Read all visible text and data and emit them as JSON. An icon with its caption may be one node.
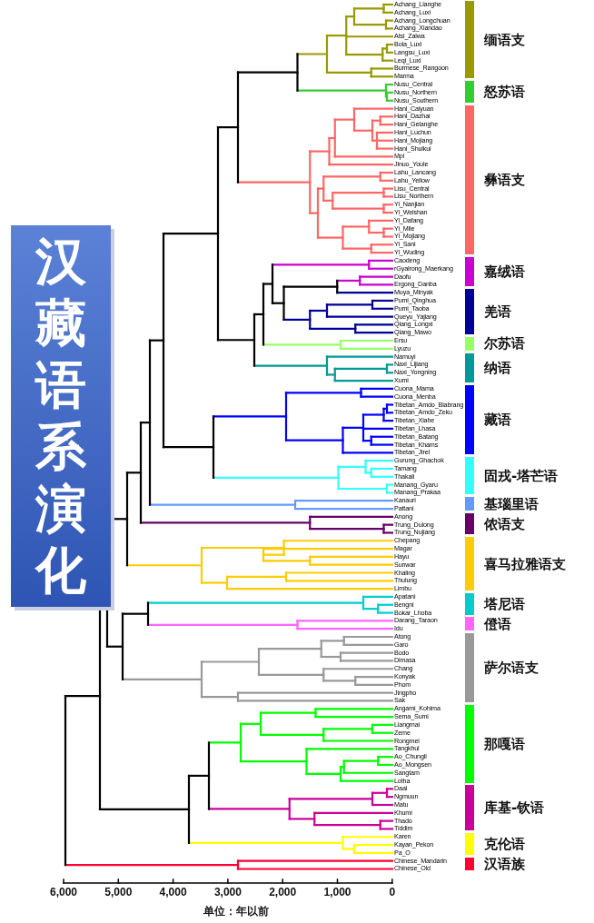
{
  "diagram": {
    "title": "汉藏语系演化",
    "labels": [
      "Achang_Lianghe",
      "Achang_Luxi",
      "Achang_Longchuan",
      "Achang_Xiandao",
      "Atsi_Zaiwa",
      "Bola_Luxi",
      "Langsu_Luxi",
      "Leqi_Luxi",
      "Burmese_Rangoon",
      "Marma",
      "Nusu_Central",
      "Nusu_Northern",
      "Nusu_Southern",
      "Hani_Caiyuan",
      "Hani_Dazhai",
      "Hani_Gelanghe",
      "Hani_Luchun",
      "Hani_Mojiang",
      "Hani_Shuikui",
      "Mpi",
      "Jinuo_Youle",
      "Lahu_Lancang",
      "Lahu_Yellow",
      "Lisu_Central",
      "Lisu_Northern",
      "Yi_Nanjian",
      "Yi_Weishan",
      "Yi_Dafang",
      "Yi_Mile",
      "Yi_Mojiang",
      "Yi_Sani",
      "Yi_Wuding",
      "Caodeng",
      "rGyalrong_Maerkang",
      "Daofu",
      "Ergong_Danba",
      "Muya_Minyak",
      "Pumi_Qinghua",
      "Pumi_Taoba",
      "Queyu_Yajiang",
      "Qiang_Longxi",
      "Qiang_Mawo",
      "Ersu",
      "Lyuzu",
      "Namuyi",
      "Naxi_Lijiang",
      "Naxi_Yongning",
      "Xumi",
      "Cuona_Mama",
      "Cuona_Menba",
      "Tibetan_Amdo_Blabrang",
      "Tibetan_Amdo_Zeku",
      "Tibetan_Xiahe",
      "Tibetan_Lhasa",
      "Tibetan_Batang",
      "Tibetan_Khams",
      "Tibetan_Jirel",
      "Gurung_Ghachok",
      "Tamang",
      "Thakali",
      "Manang_Gyaru",
      "Manang_Prakaa",
      "Kanauri",
      "Pattani",
      "Anong",
      "Trung_Dulong",
      "Trung_Nujiang",
      "Chepang",
      "Magar",
      "Hayu",
      "Sunwar",
      "Khaling",
      "Thulung",
      "Limbu",
      "Apatani",
      "Bengni",
      "Bokar_Lhoba",
      "Darang_Taraon",
      "Idu",
      "Atong",
      "Garo",
      "Bodo",
      "Dimasa",
      "Chang",
      "Konyak",
      "Phom",
      "Jingpho",
      "Sak",
      "Angami_Kohima",
      "Sema_Sumi",
      "Liangmai",
      "Zeme",
      "Rongmei",
      "Tangkhul",
      "Ao_Chungli",
      "Ao_Mongsen",
      "Sangtam",
      "Lotha",
      "Daai",
      "Ngmuun",
      "Matu",
      "Khumi",
      "Thado",
      "Tiddim",
      "Karen",
      "Kayan_Pekon",
      "Pa_O",
      "Chinese_Mandarin",
      "Chinese_Old",
      "6,000",
      "5,000",
      "4,000",
      "3,000",
      "2,000",
      "1,000",
      "0",
      "单位：年以前"
    ],
    "legend": [
      {
        "text": "缅语支",
        "color": "#999900"
      },
      {
        "text": "怒苏语",
        "color": "#33cc33"
      },
      {
        "text": "彝语支",
        "color": "#ff6666"
      },
      {
        "text": "嘉绒语",
        "color": "#cc00cc"
      },
      {
        "text": "羌语",
        "color": "#000099"
      },
      {
        "text": "尔苏语",
        "color": "#99ff66"
      },
      {
        "text": "纳语",
        "color": "#009999"
      },
      {
        "text": "藏语",
        "color": "#0000ff"
      },
      {
        "text": "固戎-塔芒语",
        "color": "#33ffff"
      },
      {
        "text": "基瑙里语",
        "color": "#6699ff"
      },
      {
        "text": "侬语支",
        "color": "#660066"
      },
      {
        "text": "喜马拉雅语支",
        "color": "#ffcc00"
      },
      {
        "text": "塔尼语",
        "color": "#00cccc"
      },
      {
        "text": "僜语",
        "color": "#ff66ff"
      },
      {
        "text": "萨尔语支",
        "color": "#999999"
      },
      {
        "text": "那嘎语",
        "color": "#00ff00"
      },
      {
        "text": "库基-钦语",
        "color": "#cc0099"
      },
      {
        "text": "克伦语",
        "color": "#ffff00"
      },
      {
        "text": "汉语族",
        "color": "#ff0033"
      }
    ]
  }
}
